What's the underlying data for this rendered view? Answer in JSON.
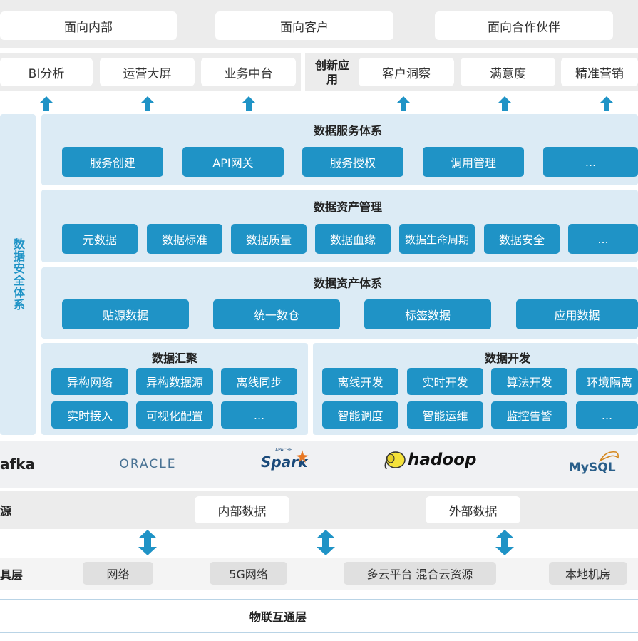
{
  "audiences": [
    "面向内部",
    "面向客户",
    "面向合作伙伴"
  ],
  "apps": {
    "left": [
      "BI分析",
      "运营大屏",
      "业务中台"
    ],
    "tag": "创新应用",
    "right": [
      "客户洞察",
      "满意度",
      "精准营销"
    ]
  },
  "security": {
    "label": "数据安全体系"
  },
  "service": {
    "title": "数据服务体系",
    "items": [
      "服务创建",
      "API网关",
      "服务授权",
      "调用管理",
      "..."
    ]
  },
  "asset_mgmt": {
    "title": "数据资产管理",
    "items": [
      "元数据",
      "数据标准",
      "数据质量",
      "数据血缘",
      "数据生命周期",
      "数据安全",
      "..."
    ]
  },
  "asset_sys": {
    "title": "数据资产体系",
    "items": [
      "贴源数据",
      "统一数仓",
      "标签数据",
      "应用数据"
    ]
  },
  "aggregation": {
    "title": "数据汇聚",
    "items": [
      "异构网络",
      "异构数据源",
      "离线同步",
      "实时接入",
      "可视化配置",
      "..."
    ]
  },
  "development": {
    "title": "数据开发",
    "items": [
      "离线开发",
      "实时开发",
      "算法开发",
      "环境隔离",
      "智能调度",
      "智能运维",
      "监控告警",
      "..."
    ]
  },
  "tech": {
    "kafka": "afka",
    "oracle": "ORACLE",
    "spark": "Spark",
    "spark_small": "APACHE",
    "hadoop": "hadoop",
    "mysql": "MySQL"
  },
  "source": {
    "label": "源",
    "items": [
      "内部数据",
      "外部数据"
    ]
  },
  "tools": {
    "label": "具层",
    "items": [
      "网络",
      "5G网络",
      "多云平台 混合云资源",
      "本地机房"
    ]
  },
  "iot": {
    "label": "物联互通层"
  }
}
